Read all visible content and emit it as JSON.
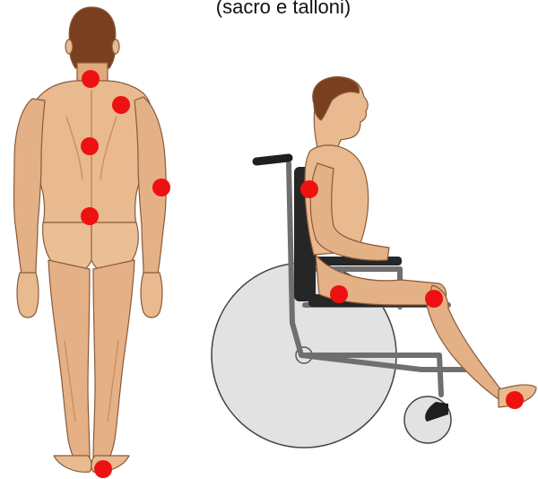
{
  "caption": "(sacro e talloni)",
  "colors": {
    "skin": "#e9b98f",
    "skin_shadow": "#c98a5c",
    "skin_outline": "#8a5a3a",
    "hair": "#7a3f1e",
    "pressure_point": "#ee1111",
    "wheelchair_frame": "#6f6f6f",
    "wheelchair_seat": "#262626",
    "wheel_fill": "#e2e2e2",
    "wheel_stroke": "#444444"
  },
  "figures": [
    {
      "name": "back-view-figure",
      "view": "standing back view"
    },
    {
      "name": "wheelchair-figure",
      "view": "seated side view in wheelchair"
    }
  ],
  "pressure_points": {
    "back_view": [
      "neck",
      "shoulder-blade",
      "mid-spine",
      "elbow",
      "sacrum",
      "heel"
    ],
    "wheelchair_view": [
      "upper-back",
      "buttock",
      "back-of-knee",
      "heel"
    ]
  }
}
